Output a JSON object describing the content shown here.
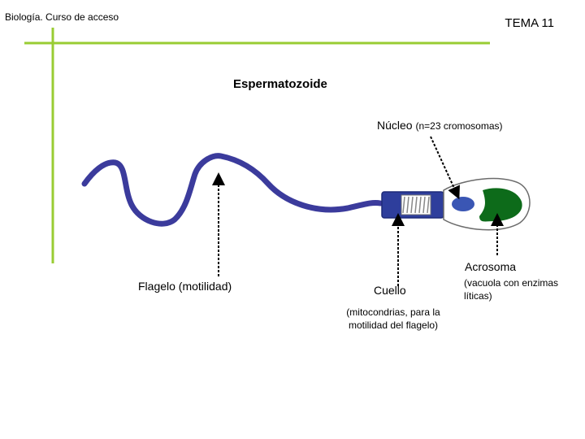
{
  "header": {
    "course": "Biología. Curso de acceso",
    "topic": "TEMA 11"
  },
  "diagram": {
    "title": "Espermatozoide",
    "nucleus_label": "Núcleo",
    "nucleus_sub": "(n=23 cromosomas)",
    "acrosome_label": "Acrosoma",
    "acrosome_note": "(vacuola con enzimas líticas)",
    "flagellum_label": "Flagelo (motilidad)",
    "neck_label": "Cuello",
    "neck_note": "(mitocondrias, para la motilidad del flagelo)"
  },
  "colors": {
    "accent_line": "#99cc33",
    "flagellum": "#3b3b9c",
    "nucleus": "#3a56b4",
    "acrosome": "#0d6b1a",
    "head_outline": "#6b6b6b"
  }
}
